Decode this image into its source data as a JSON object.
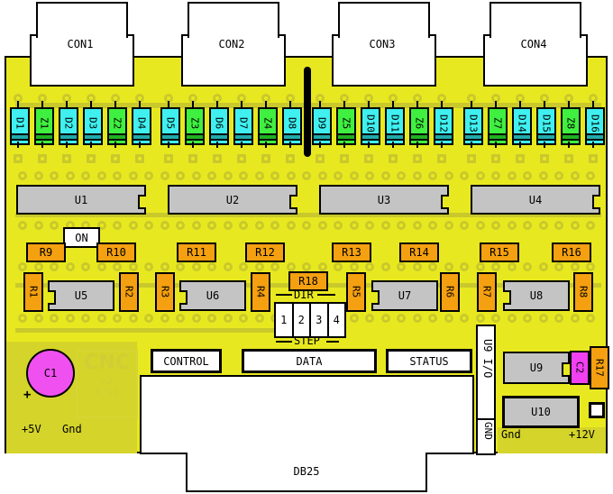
{
  "title": "CNC v2 stepper controller PCB layout",
  "colors": {
    "board": "#e8e820",
    "trace": "#c9c92c",
    "diode": "#40f0f0",
    "zener": "#40f040",
    "ic": "#c4c4c4",
    "resistor": "#f5a010",
    "capacitor": "#f040f0",
    "connector": "#ffffff"
  },
  "connectors": {
    "con1": "CON1",
    "con2": "CON2",
    "con3": "CON3",
    "con4": "CON4",
    "db25": "DB25"
  },
  "diodes": [
    "D1",
    "Z1",
    "D2",
    "D3",
    "Z2",
    "D4",
    "D5",
    "Z3",
    "D6",
    "D7",
    "Z4",
    "D8",
    "D9",
    "Z5",
    "D10",
    "D11",
    "Z6",
    "D12",
    "D13",
    "Z7",
    "D14",
    "D15",
    "Z8",
    "D16"
  ],
  "ics": {
    "u1": "U1",
    "u2": "U2",
    "u3": "U3",
    "u4": "U4",
    "u5": "U5",
    "u6": "U6",
    "u7": "U7",
    "u8": "U8",
    "u9": "U9",
    "u10": "U10"
  },
  "resistors": {
    "r1": "R1",
    "r2": "R2",
    "r3": "R3",
    "r4": "R4",
    "r5": "R5",
    "r6": "R6",
    "r7": "R7",
    "r8": "R8",
    "r9": "R9",
    "r10": "R10",
    "r11": "R11",
    "r12": "R12",
    "r13": "R13",
    "r14": "R14",
    "r15": "R15",
    "r16": "R16",
    "r17": "R17",
    "r18": "R18"
  },
  "capacitors": {
    "c1": "C1",
    "c2": "C2"
  },
  "labels": {
    "on": "ON",
    "dir": "DIR",
    "step": "STEP",
    "control": "CONTROL",
    "data": "DATA",
    "status": "STATUS",
    "u9_io": "U9 I/O",
    "gnd_header": "GND",
    "plus5v": "+5V",
    "gnd_left": "Gnd",
    "gnd_right": "Gnd",
    "plus12v": "+12V",
    "c1_polarity": "+"
  },
  "dip_switch": [
    "1",
    "2",
    "3",
    "4"
  ],
  "logo": {
    "name": "CNC",
    "version": "v2",
    "date": "4/02"
  }
}
